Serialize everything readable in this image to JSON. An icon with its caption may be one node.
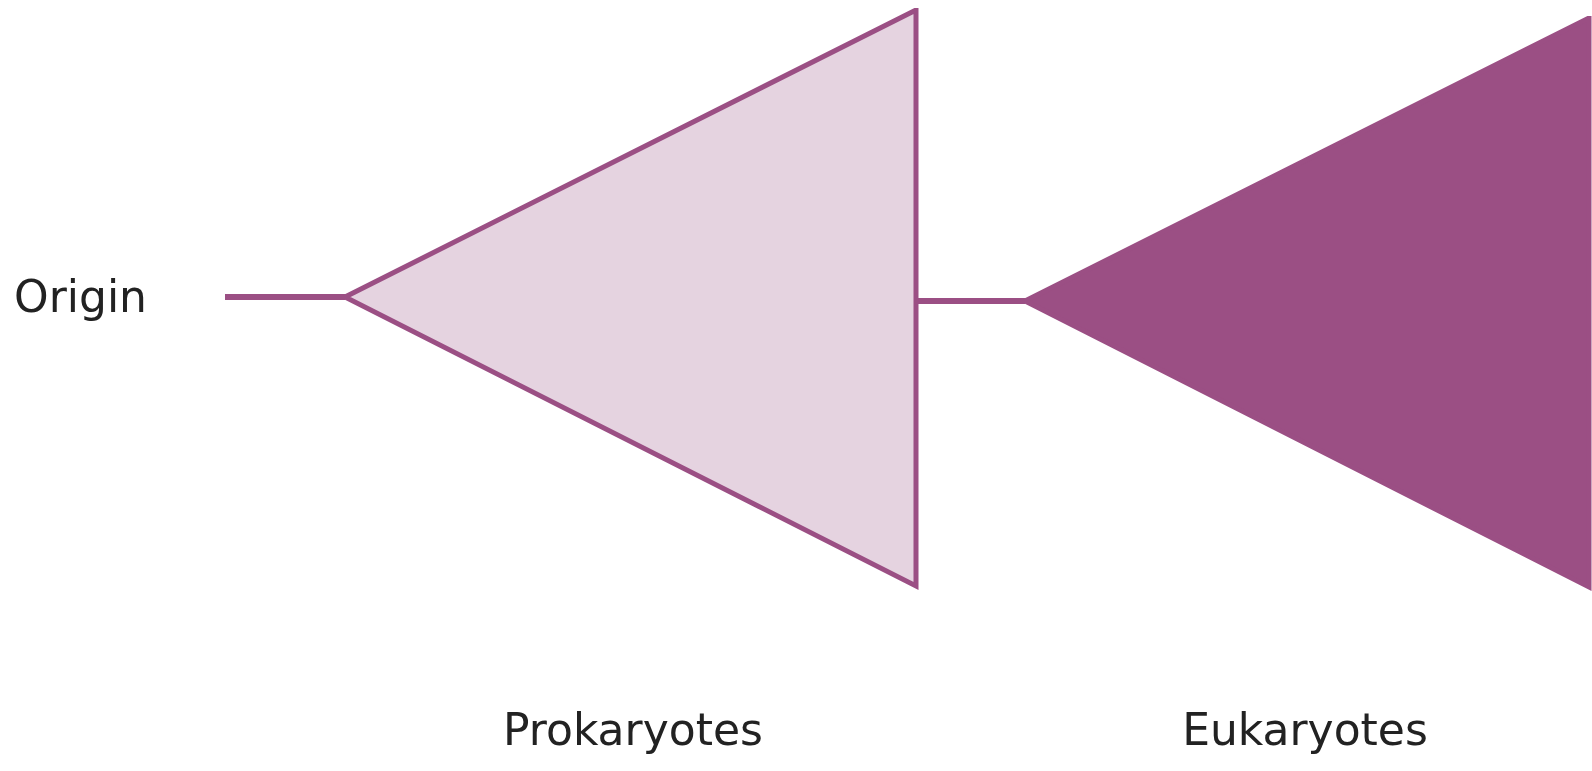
{
  "diagram": {
    "nodes": [
      {
        "text": [
          "Origin"
        ]
      },
      {
        "text": [
          "Prokaryotes"
        ]
      },
      {
        "text": [
          "Eukaryotes"
        ]
      }
    ],
    "edges": [
      {
        "from": 0,
        "to": 1,
        "arrow": "none"
      },
      {
        "from": 1,
        "to": 2,
        "arrow": "none"
      }
    ]
  }
}
